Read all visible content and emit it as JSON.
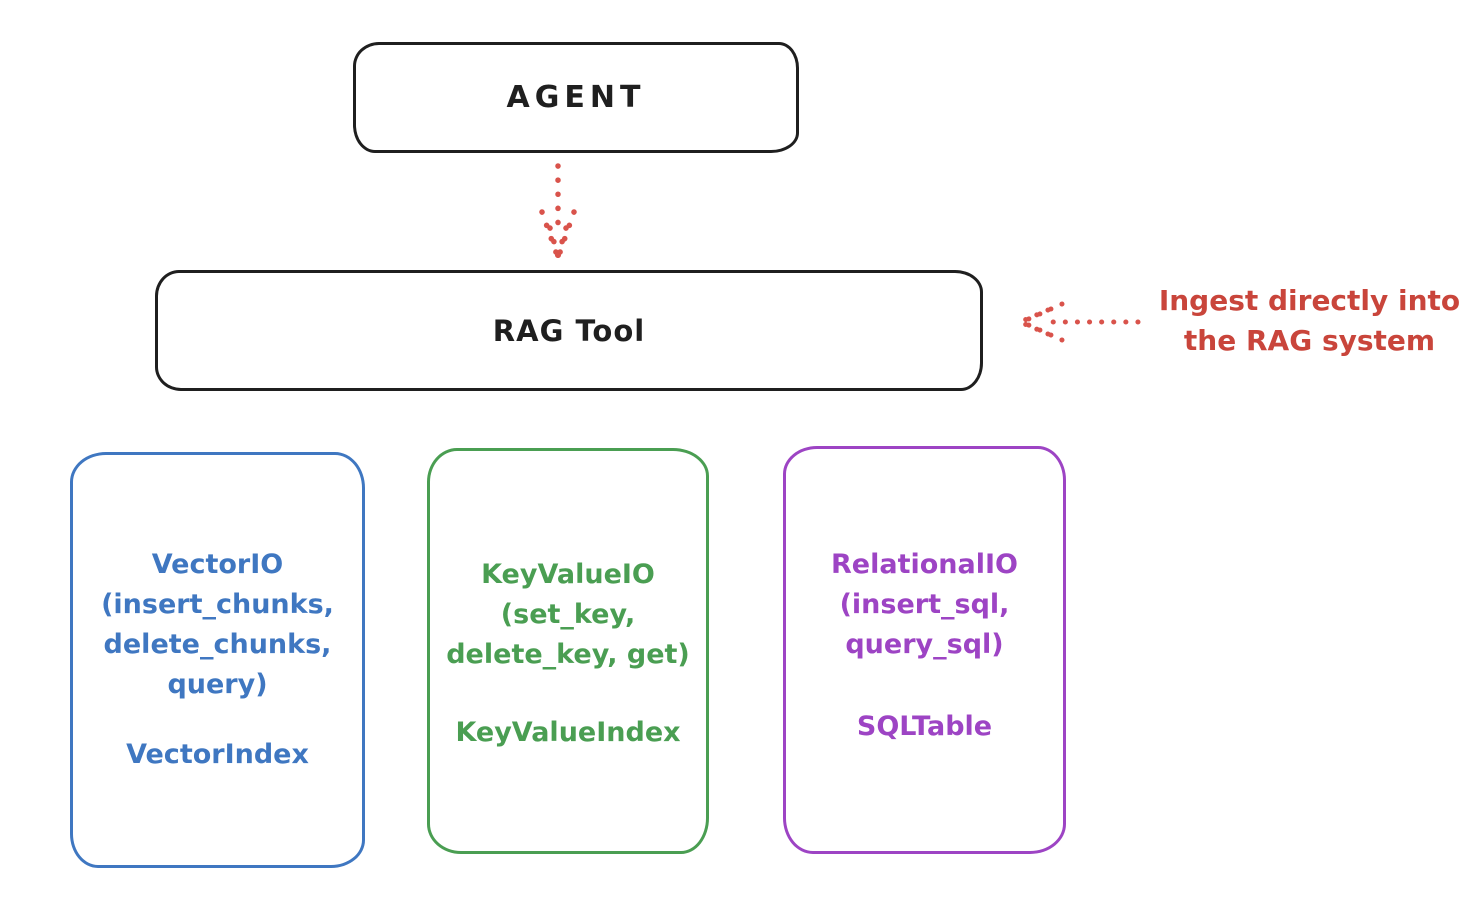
{
  "diagram": {
    "agent_box": {
      "label": "AGENT"
    },
    "rag_tool_box": {
      "label": "RAG Tool"
    },
    "ingest_annotation": {
      "line1": "Ingest directly into",
      "line2": "the RAG system"
    },
    "backend_boxes": [
      {
        "id": "vector-io",
        "lines": [
          "VectorIO",
          "(insert_chunks,",
          "delete_chunks,",
          "query)"
        ],
        "index_label": "VectorIndex"
      },
      {
        "id": "keyvalue-io",
        "lines": [
          "KeyValueIO",
          "(set_key,",
          "delete_key, get)"
        ],
        "index_label": "KeyValueIndex"
      },
      {
        "id": "relational-io",
        "lines": [
          "RelationalIO",
          "(insert_sql,",
          "query_sql)"
        ],
        "index_label": "SQLTable"
      }
    ]
  },
  "colors": {
    "ink": "#1f1f1f",
    "arrow-red": "#d9534b",
    "annotation-red": "#c9453b",
    "vector-blue": "#3f77c1",
    "keyvalue-green": "#4a9e52",
    "relational-purple": "#9d44c4"
  }
}
